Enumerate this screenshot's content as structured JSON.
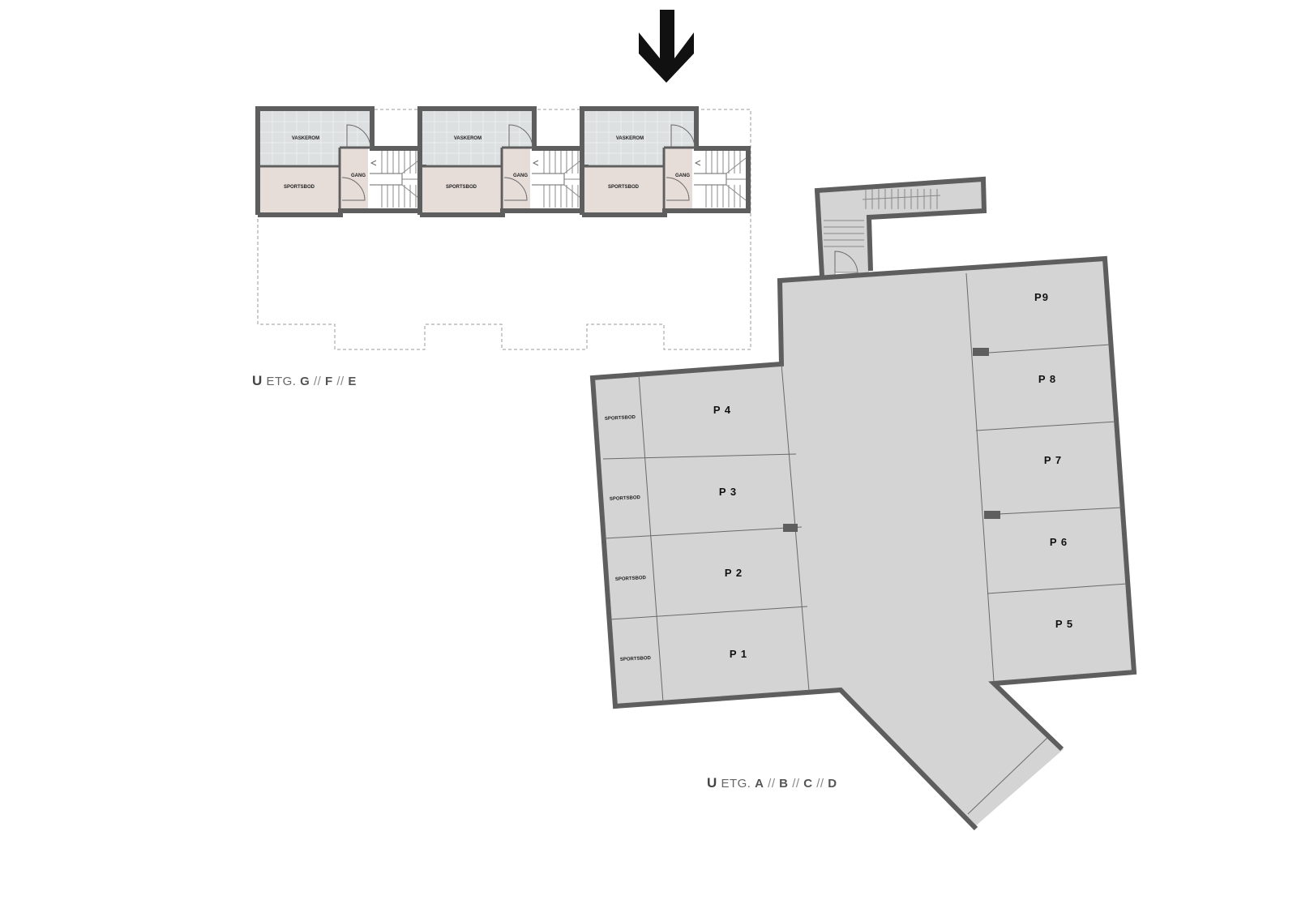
{
  "north_arrow": {
    "icon": "down-arrow-icon"
  },
  "top_plan": {
    "caption": {
      "prefix": "U",
      "etg": "ETG.",
      "blocks": [
        "G",
        "F",
        "E"
      ],
      "sep": "//"
    },
    "units": [
      {
        "vaskerom": "VASKEROM",
        "sportsbod": "SPORTSBOD",
        "gang": "GANG"
      },
      {
        "vaskerom": "VASKEROM",
        "sportsbod": "SPORTSBOD",
        "gang": "GANG"
      },
      {
        "vaskerom": "VASKEROM",
        "sportsbod": "SPORTSBOD",
        "gang": "GANG"
      }
    ]
  },
  "garage_plan": {
    "caption": {
      "prefix": "U",
      "etg": "ETG.",
      "blocks": [
        "A",
        "B",
        "C",
        "D"
      ],
      "sep": "//"
    },
    "sportsbod_labels": [
      "SPORTSBOD",
      "SPORTSBOD",
      "SPORTSBOD",
      "SPORTSBOD"
    ],
    "parking_left": [
      "P 4",
      "P 3",
      "P 2",
      "P 1"
    ],
    "parking_right": [
      "P9",
      "P 8",
      "P 7",
      "P 6",
      "P 5"
    ]
  },
  "colors": {
    "wall": "#5e5e5e",
    "laundry": "#dde0e1",
    "storage": "#e6dcd8",
    "garage": "#d4d4d4"
  }
}
